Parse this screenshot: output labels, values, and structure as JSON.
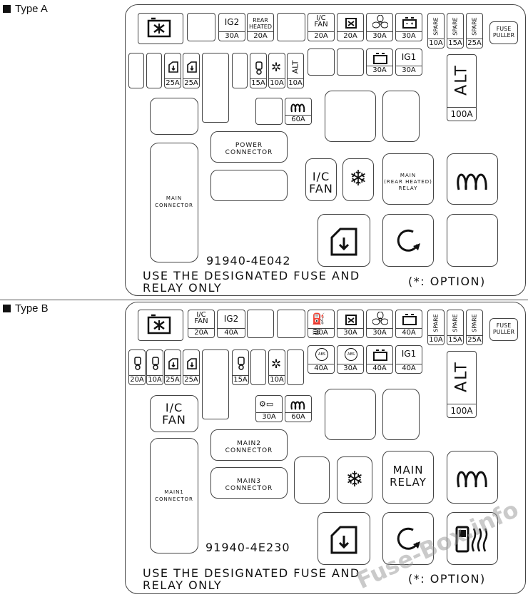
{
  "typeA": {
    "heading": "Type A",
    "top_row": [
      {
        "label": "IG2",
        "rating": "30A"
      },
      {
        "label": "REAR\nHEATED",
        "rating": "20A"
      },
      {
        "label": "I/C\nFAN",
        "rating": "20A"
      },
      {
        "icon": "window-icon",
        "rating": "20A"
      },
      {
        "icon": "fan-icon",
        "rating": "30A"
      },
      {
        "icon": "battery-icon",
        "rating": "30A"
      }
    ],
    "spares": [
      {
        "label": "SPARE",
        "rating": "10A"
      },
      {
        "label": "SPARE",
        "rating": "15A"
      },
      {
        "label": "SPARE",
        "rating": "25A"
      }
    ],
    "fuse_puller": "FUSE\nPULLER",
    "row2": [
      {
        "rating": "25A"
      },
      {
        "rating": "25A"
      },
      {
        "rating": "15A"
      },
      {
        "rating": "10A"
      },
      {
        "label": "ALT",
        "rating": "10A"
      },
      {
        "rating": "30A"
      },
      {
        "label": "IG1",
        "rating": "30A"
      }
    ],
    "alt_main": {
      "label": "ALT",
      "rating": "100A"
    },
    "coil_60": "60A",
    "power_connector": "POWER\nCONNECTOR",
    "main_connector": "MAIN\nCONNECTOR",
    "ic_fan_relay": "I/C\nFAN",
    "main_rear_relay": "MAIN\n(REAR HEATED)\nRELAY",
    "part_number": "91940-4E042",
    "note": "USE THE DESIGNATED FUSE AND\nRELAY ONLY",
    "option": "(*:  OPTION)"
  },
  "typeB": {
    "heading": "Type B",
    "top_row": [
      {
        "label": "I/C\nFAN",
        "rating": "20A"
      },
      {
        "label": "IG2",
        "rating": "40A"
      },
      {
        "rating": "30A"
      },
      {
        "rating": "30A"
      },
      {
        "rating": "30A"
      },
      {
        "rating": "40A"
      }
    ],
    "spares": [
      {
        "label": "SPARE",
        "rating": "10A"
      },
      {
        "label": "SPARE",
        "rating": "15A"
      },
      {
        "label": "SPARE",
        "rating": "25A"
      }
    ],
    "fuse_puller": "FUSE\nPULLER",
    "row2_left": [
      "20A",
      "10A",
      "25A",
      "25A",
      "15A",
      "10A"
    ],
    "row2_right": [
      {
        "label": "ABS",
        "rating": "40A"
      },
      {
        "label": "ABS",
        "rating": "30A"
      },
      {
        "rating": "40A"
      },
      {
        "label": "IG1",
        "rating": "40A"
      }
    ],
    "alt_main": {
      "label": "ALT",
      "rating": "100A"
    },
    "fuse_30": "30A",
    "fuse_60": "60A",
    "ic_fan": "I/C\nFAN",
    "main2": "MAIN2\nCONNECTOR",
    "main3": "MAIN3\nCONNECTOR",
    "main1": "MAIN1\nCONNECTOR",
    "main_relay": "MAIN\nRELAY",
    "part_number": "91940-4E230",
    "note": "USE THE DESIGNATED FUSE AND\nRELAY ONLY",
    "option": "(*:  OPTION)"
  },
  "watermark": "Fuse-Box.info"
}
